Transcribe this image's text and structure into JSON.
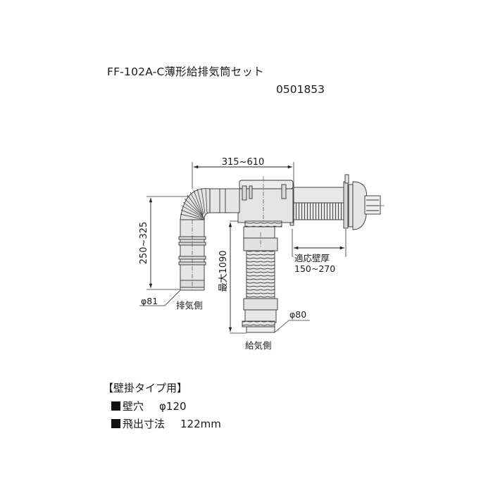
{
  "header": {
    "title": "FF-102A-C薄形給排気筒セット",
    "product_code": "0501853"
  },
  "diagram": {
    "dimensions": {
      "horizontal_length": "315~610",
      "exhaust_height": "250~325",
      "max_length": "最大1090",
      "wall_thickness_label": "適応壁厚",
      "wall_thickness_value": "150~270"
    },
    "labels": {
      "exhaust_diameter": "φ81",
      "exhaust_side": "排気側",
      "intake_diameter": "φ80",
      "intake_side": "給気側"
    },
    "colors": {
      "line": "#333333",
      "pipe_fill": "#e6e6e6",
      "pipe_shade": "#cfcfcf",
      "background": "#ffffff"
    }
  },
  "specs": {
    "heading": "【壁掛タイプ用】",
    "rows": [
      {
        "label": "壁穴",
        "value": "φ120"
      },
      {
        "label": "飛出寸法",
        "value": "122mm"
      }
    ]
  }
}
